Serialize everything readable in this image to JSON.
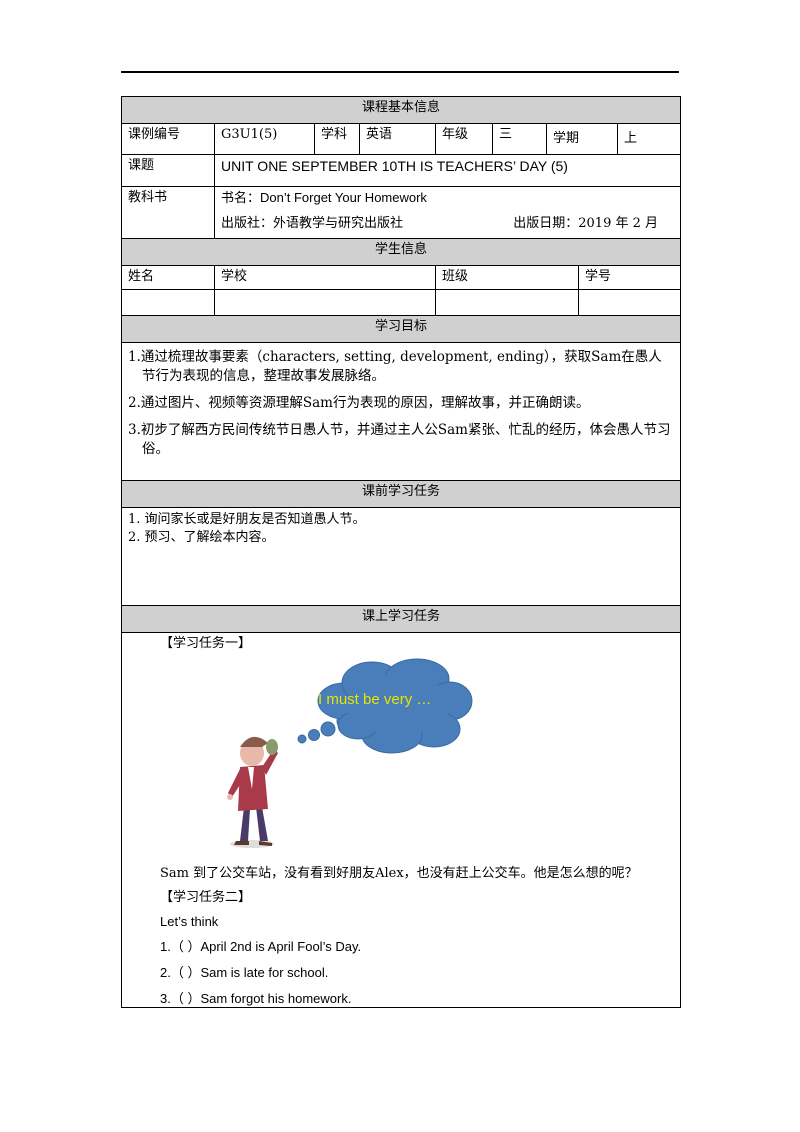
{
  "header_sections": {
    "course_info": "课程基本信息",
    "student_info": "学生信息",
    "objectives": "学习目标",
    "pre_tasks": "课前学习任务",
    "class_tasks": "课上学习任务"
  },
  "course": {
    "id_label": "课例编号",
    "id_value": "G3U1(5)",
    "subject_label": "学科",
    "subject_value": "英语",
    "grade_label": "年级",
    "grade_value": "三",
    "term_label": "学期",
    "term_value": "上",
    "topic_label": "课题",
    "topic_value": "UNIT ONE SEPTEMBER 10TH IS  TEACHERS’ DAY (5)",
    "textbook_label": "教科书",
    "book_name_label": "书名：",
    "book_name_value": "Don’t Forget Your Homework",
    "publisher": "出版社：外语教学与研究出版社",
    "pub_date": "出版日期：2019 年 2 月"
  },
  "student": {
    "name_label": "姓名",
    "school_label": "学校",
    "class_label": "班级",
    "number_label": "学号"
  },
  "objectives": [
    "1.通过梳理故事要素（characters, setting, development, ending），获取Sam在愚人节行为表现的信息，整理故事发展脉络。",
    "2.通过图片、视频等资源理解Sam行为表现的原因，理解故事，并正确朗读。",
    "3.初步了解西方民间传统节日愚人节，并通过主人公Sam紧张、忙乱的经历，体会愚人节习俗。"
  ],
  "pre_tasks": [
    "1.  询问家长或是好朋友是否知道愚人节。",
    "2.  预习、了解绘本内容。"
  ],
  "class": {
    "task1_title": "【学习任务一】",
    "bubble_text": "I must be very …",
    "question": "Sam 到了公交车站，没有看到好朋友Alex，也没有赶上公交车。他是怎么想的呢？",
    "task2_title": "【学习任务二】",
    "lets_think": "Let’s think",
    "items": [
      "1.（    ）April 2nd is April Fool’s Day.",
      "2.（    ）Sam is late for school.",
      "3.（    ）Sam forgot his homework."
    ]
  },
  "colors": {
    "header_bg": "#d0d0d0",
    "cloud": "#4a7ebb",
    "bubble_text": "#e6e600"
  }
}
